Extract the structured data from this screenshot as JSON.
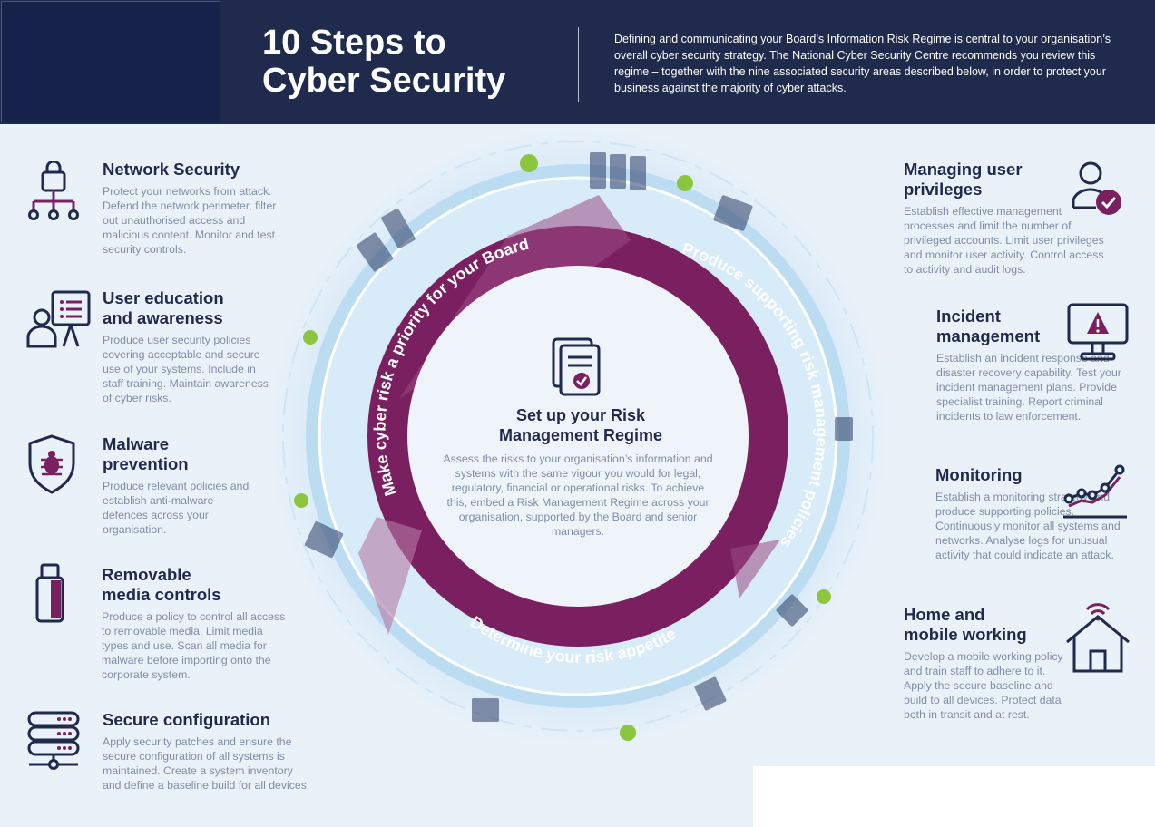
{
  "header": {
    "title_line1": "10 Steps to",
    "title_line2": "Cyber Security",
    "intro": "Defining and communicating your Board’s Information Risk Regime is central to your organisation’s overall cyber security strategy. The National Cyber Security Centre recommends you review this regime – together with the nine associated security areas described below, in order to protect your business against the majority of cyber attacks."
  },
  "colors": {
    "navy": "#1f2a4d",
    "purple": "#7a2060",
    "text_grey": "#7f8fa6",
    "background": "#e9f1f9"
  },
  "steps_left": [
    {
      "icon": "network-icon",
      "title": "Network Security",
      "text": "Protect your networks from attack. Defend the network perimeter, filter out unauthorised access and malicious content. Monitor and test security controls."
    },
    {
      "icon": "presenter-icon",
      "title_line1": "User education",
      "title_line2": "and awareness",
      "text": "Produce user security policies covering acceptable and secure use of your systems. Include in staff training. Maintain awareness of cyber risks."
    },
    {
      "icon": "shield-bug-icon",
      "title_line1": "Malware",
      "title_line2": "prevention",
      "text": "Produce relevant policies and establish anti-malware defences across your organisation."
    },
    {
      "icon": "usb-drive-icon",
      "title_line1": "Removable",
      "title_line2": "media controls",
      "text": "Produce a policy to control all access to removable media. Limit media types and use. Scan all media for malware before importing onto the corporate system."
    },
    {
      "icon": "server-icon",
      "title": "Secure configuration",
      "text": "Apply security patches and ensure the secure configuration of all systems is maintained. Create a system inventory and define a baseline build for all devices."
    }
  ],
  "steps_right": [
    {
      "icon": "user-check-icon",
      "title_line1": "Managing user",
      "title_line2": "privileges",
      "text": "Establish effective management processes and limit the number of privileged accounts. Limit user privileges and monitor user activity. Control access to activity and audit logs."
    },
    {
      "icon": "monitor-alert-icon",
      "title_line1": "Incident",
      "title_line2": "management",
      "text": "Establish an incident response and disaster recovery capability. Test your incident management plans. Provide specialist training. Report criminal incidents to law enforcement."
    },
    {
      "icon": "line-graph-icon",
      "title": "Monitoring",
      "text": "Establish a monitoring strategy and produce supporting policies. Continuously monitor all systems and networks. Analyse logs for unusual activity that could indicate an attack."
    },
    {
      "icon": "home-wifi-icon",
      "title_line1": "Home and",
      "title_line2": "mobile working",
      "text": "Develop a mobile working policy and train staff to adhere to it. Apply the secure baseline and build to all devices. Protect data both in transit and at rest."
    }
  ],
  "cycle": {
    "arc1": "Make cyber risk a priority for your Board",
    "arc2": "Produce supporting risk management policies",
    "arc3": "Determine your risk appetite"
  },
  "center": {
    "icon": "documents-check-icon",
    "title_line1": "Set up your Risk",
    "title_line2": "Management Regime",
    "text": "Assess the risks to your organisation’s information and systems with the same vigour you would for legal, regulatory, financial or operational risks. To achieve this, embed a Risk Management Regime across your organisation, supported by the Board and senior managers."
  }
}
